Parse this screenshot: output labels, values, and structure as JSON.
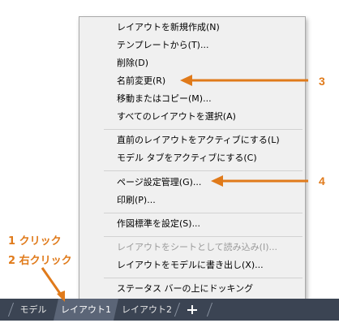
{
  "context_menu": {
    "items": [
      {
        "label": "レイアウトを新規作成(N)",
        "enabled": true
      },
      {
        "label": "テンプレートから(T)...",
        "enabled": true
      },
      {
        "label": "削除(D)",
        "enabled": true
      },
      {
        "label": "名前変更(R)",
        "enabled": true
      },
      {
        "label": "移動またはコピー(M)...",
        "enabled": true
      },
      {
        "label": "すべてのレイアウトを選択(A)",
        "enabled": true
      },
      {
        "label": "直前のレイアウトをアクティブにする(L)",
        "enabled": true
      },
      {
        "label": "モデル タブをアクティブにする(C)",
        "enabled": true
      },
      {
        "label": "ページ設定管理(G)...",
        "enabled": true
      },
      {
        "label": "印刷(P)...",
        "enabled": true
      },
      {
        "label": "作図標準を設定(S)...",
        "enabled": true
      },
      {
        "label": "レイアウトをシートとして読み込み(I)...",
        "enabled": false
      },
      {
        "label": "レイアウトをモデルに書き出し(X)...",
        "enabled": true
      },
      {
        "label": "ステータス バーの上にドッキング",
        "enabled": true
      }
    ]
  },
  "tabs": {
    "items": [
      {
        "label": "モデル",
        "active": false
      },
      {
        "label": "レイアウト1",
        "active": true
      },
      {
        "label": "レイアウト2",
        "active": false
      }
    ],
    "add_icon": "plus-icon"
  },
  "annotations": {
    "step1": "1 クリック",
    "step2": "2 右クリック",
    "callout3": "3",
    "callout4": "4"
  },
  "colors": {
    "accent": "#e07a1a",
    "tabbar_bg": "#3b4453",
    "active_tab_bg": "#5b6577",
    "menu_bg": "#f0f0f0",
    "disabled_text": "#9a9a9a"
  }
}
